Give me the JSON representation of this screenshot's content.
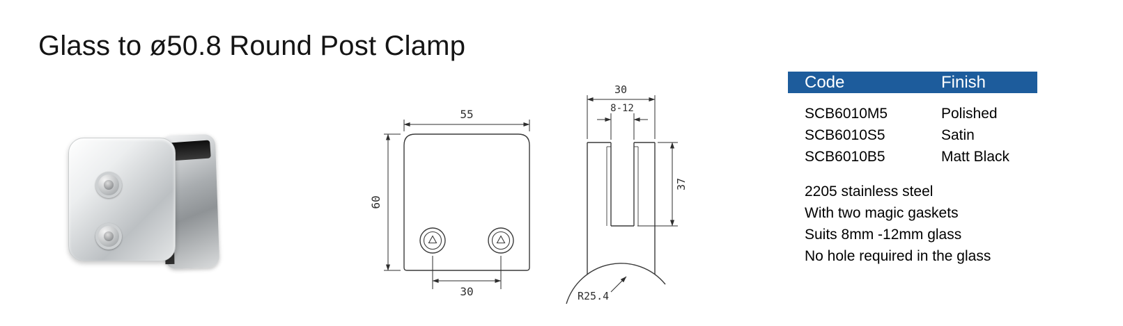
{
  "page": {
    "title": "Glass to ø50.8 Round Post Clamp"
  },
  "table": {
    "header_bg": "#1d5c9c",
    "headers": {
      "code": "Code",
      "finish": "Finish"
    },
    "rows": [
      {
        "code": "SCB6010M5",
        "finish": "Polished"
      },
      {
        "code": "SCB6010S5",
        "finish": "Satin"
      },
      {
        "code": "SCB6010B5",
        "finish": "Matt Black"
      }
    ]
  },
  "description": {
    "lines": [
      "2205 stainless steel",
      "With two magic gaskets",
      "Suits 8mm -12mm glass",
      "No hole required in the glass"
    ]
  },
  "drawings": {
    "front_view": {
      "width": "55",
      "height": "60",
      "hole_spacing": "30"
    },
    "side_view": {
      "width": "30",
      "glass_range": "8-12",
      "slot_depth": "37",
      "post_radius": "R25.4"
    }
  }
}
